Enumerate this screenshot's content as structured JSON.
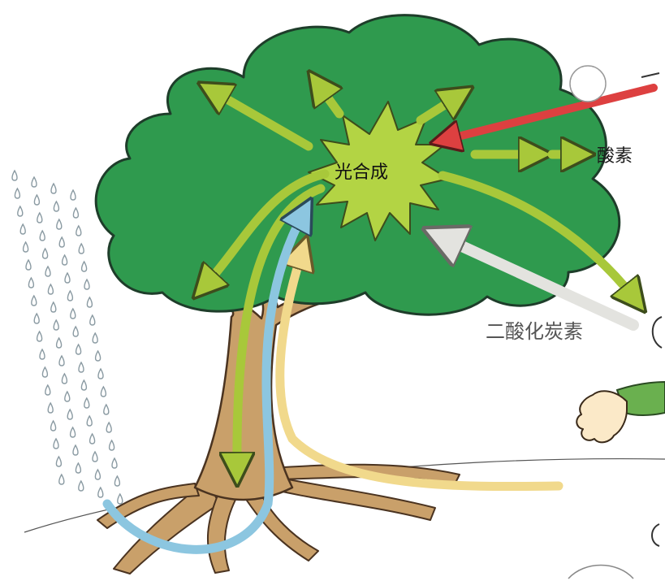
{
  "labels": {
    "photosynthesis": "光合成",
    "oxygen": "酸素",
    "carbon_dioxide": "二酸化炭素"
  },
  "colors": {
    "canopy": "#2f9a4e",
    "canopy_outline": "#1e3d2a",
    "trunk": "#c9a06a",
    "trunk_outline": "#4a3320",
    "burst": "#b3d444",
    "sugar_arrow": "#a8c83a",
    "water_arrow": "#8cc6e0",
    "nutrient_arrow": "#f1d98c",
    "sunlight_arrow": "#dd4040",
    "co2_arrow": "#e3e3df",
    "rain": "#8a9aa2",
    "hand_skin": "#fbe9c8",
    "sleeve": "#6ab04f"
  },
  "icons": [
    "raindrop-icon",
    "hand-icon",
    "sun-icon"
  ]
}
